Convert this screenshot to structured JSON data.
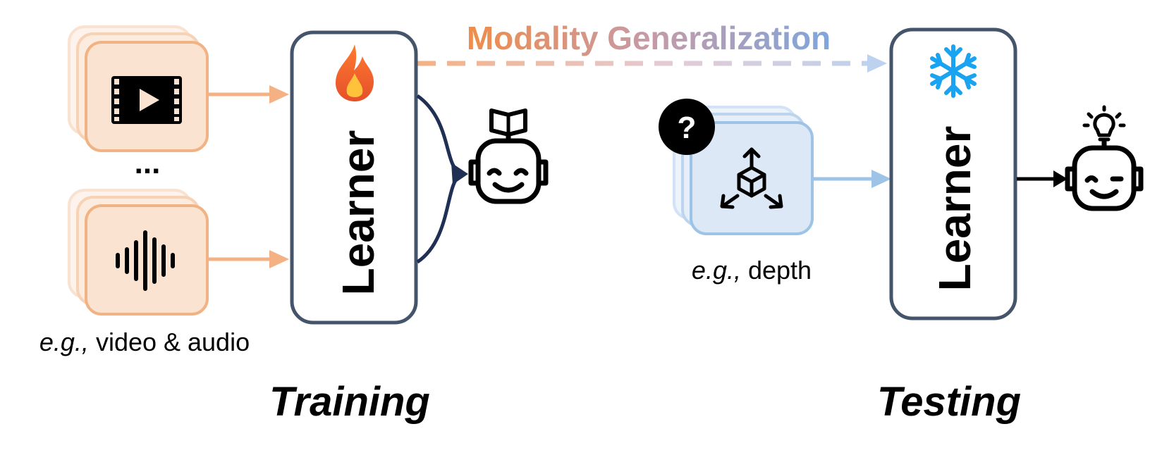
{
  "title": "Modality Generalization",
  "training": {
    "label": "Training",
    "learner_label": "Learner",
    "inputs_caption_prefix": "e.g.,",
    "inputs_caption_rest": " video & audio",
    "ellipsis": "..."
  },
  "testing": {
    "label": "Testing",
    "learner_label": "Learner",
    "input_caption_prefix": "e.g.,",
    "input_caption_rest": " depth",
    "unknown_badge": "?"
  },
  "colors": {
    "orange_fill": "#fbe3d2",
    "orange_stroke": "#f2b384",
    "orange_arrow": "#f4b183",
    "blue_fill": "#dde8f6",
    "blue_stroke": "#9dc3e6",
    "learner_stroke": "#44546a",
    "navy": "#1f3054",
    "title_gradient": [
      "#ef8d4a",
      "#c79aa6",
      "#7ea6dc"
    ]
  },
  "icons": [
    "video-icon",
    "audio-wave-icon",
    "fire-icon",
    "snowflake-icon",
    "depth-cube-icon",
    "question-icon",
    "robot-book-icon",
    "robot-bulb-icon"
  ]
}
